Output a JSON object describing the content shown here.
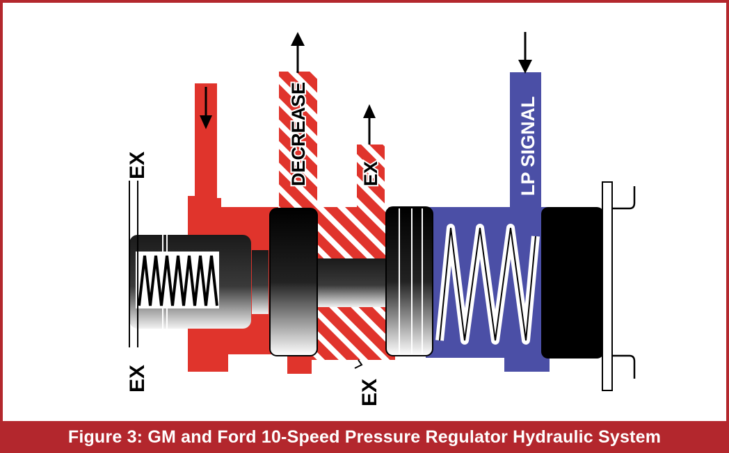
{
  "caption": "Figure 3:  GM and Ford 10-Speed Pressure Regulator Hydraulic System",
  "labels": {
    "ex_top_left": "EX",
    "ex_bottom_left": "EX",
    "decrease": "DECREASE",
    "ex_port": "EX",
    "ex_bottom_mid": "EX",
    "lp_signal": "LP SIGNAL"
  },
  "colors": {
    "frame": "#b3272d",
    "pressure_red": "#e0342c",
    "signal_blue": "#4b4fa6",
    "black": "#000000",
    "white": "#ffffff"
  },
  "icons": [
    "arrow-down-icon",
    "arrow-up-icon",
    "arrow-up-icon",
    "arrow-down-icon"
  ]
}
